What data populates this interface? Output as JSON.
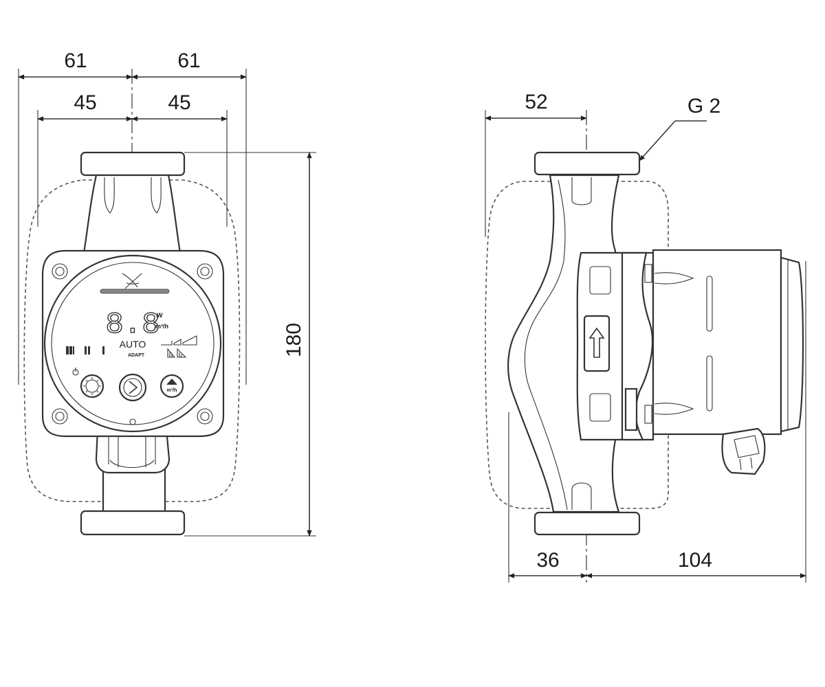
{
  "front_view": {
    "dims": {
      "outer_left": "61",
      "outer_right": "61",
      "inner_left": "45",
      "inner_right": "45",
      "height": "180"
    },
    "display": {
      "digits": "8.8",
      "unit_w": "W",
      "unit_mh": "m³/h",
      "auto_line1": "AUTO",
      "auto_line2": "ADAPT"
    }
  },
  "side_view": {
    "dims": {
      "top": "52",
      "bottom_left": "36",
      "bottom_right": "104"
    },
    "thread_label": "G 2"
  }
}
